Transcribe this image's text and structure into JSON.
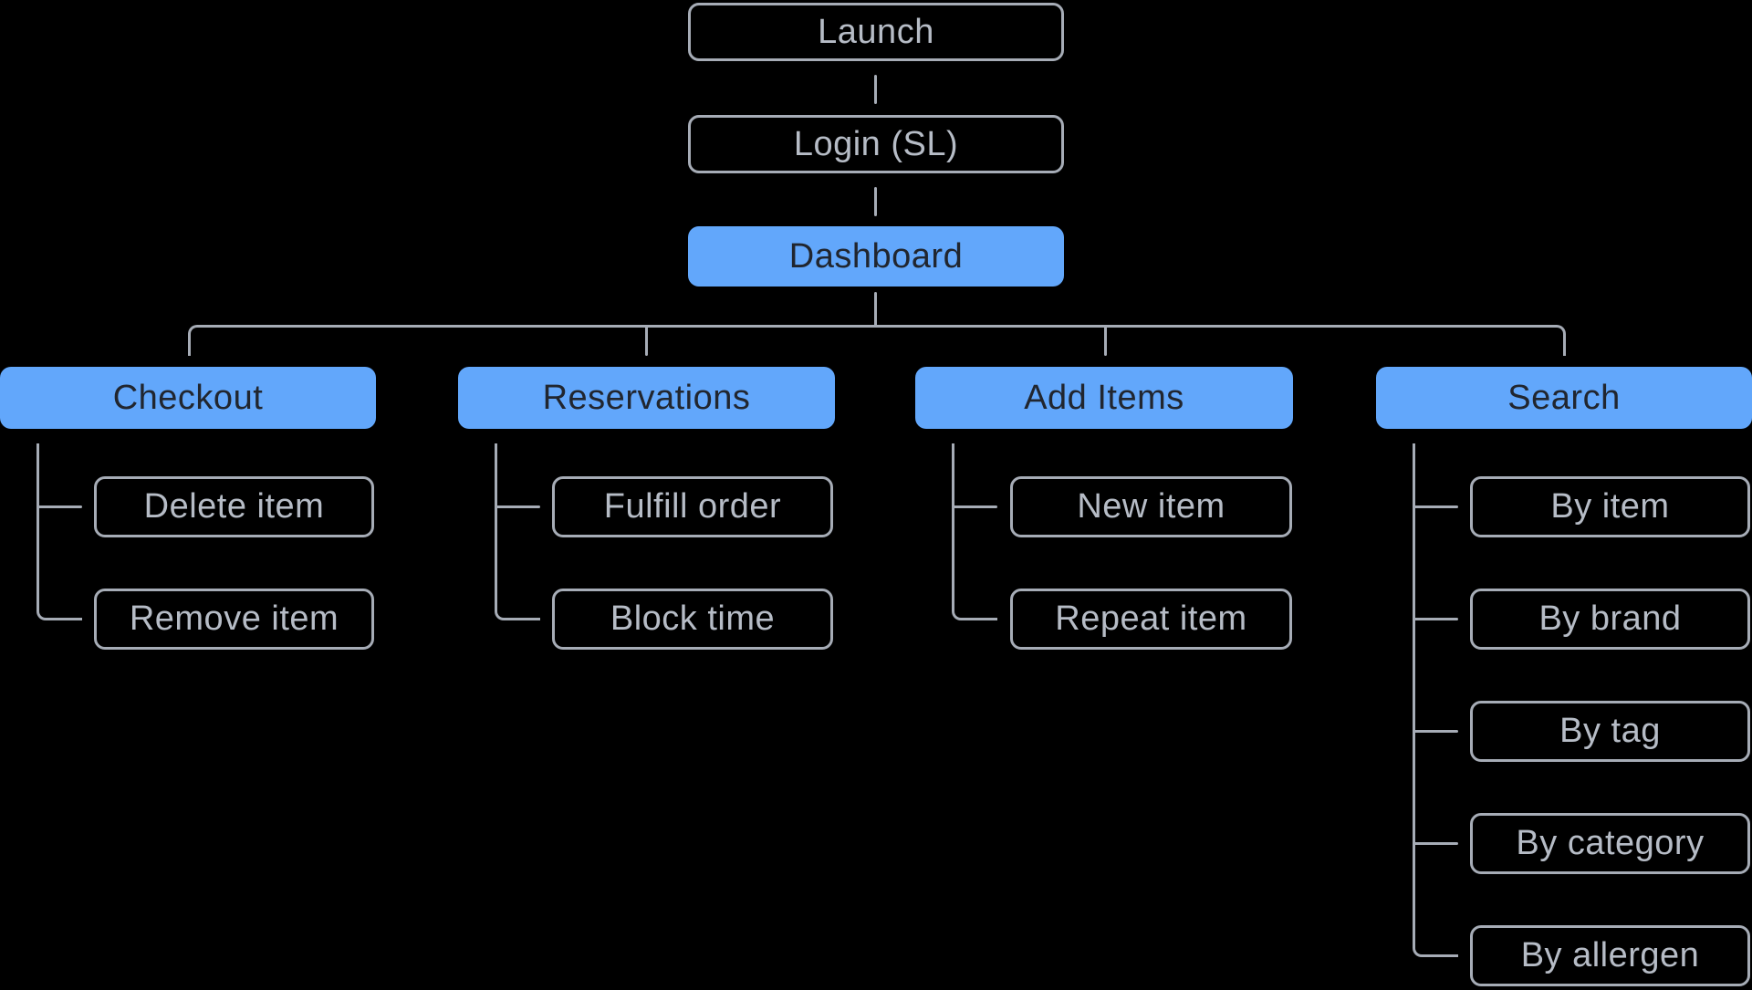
{
  "diagram": {
    "colors": {
      "background": "#000000",
      "accent": "#62a7fb",
      "accent_text": "#21262f",
      "line": "#a6acb6",
      "box_border": "#a6acb6",
      "box_text": "#b6bcc6"
    },
    "chain": [
      {
        "label": "Launch"
      },
      {
        "label": "Login (SL)"
      },
      {
        "label": "Dashboard"
      }
    ],
    "branches": [
      {
        "label": "Checkout",
        "children": [
          "Delete item",
          "Remove item"
        ]
      },
      {
        "label": "Reservations",
        "children": [
          "Fulfill order",
          "Block time"
        ]
      },
      {
        "label": "Add Items",
        "children": [
          "New item",
          "Repeat item"
        ]
      },
      {
        "label": "Search",
        "children": [
          "By item",
          "By brand",
          "By tag",
          "By category",
          "By allergen"
        ]
      }
    ]
  }
}
